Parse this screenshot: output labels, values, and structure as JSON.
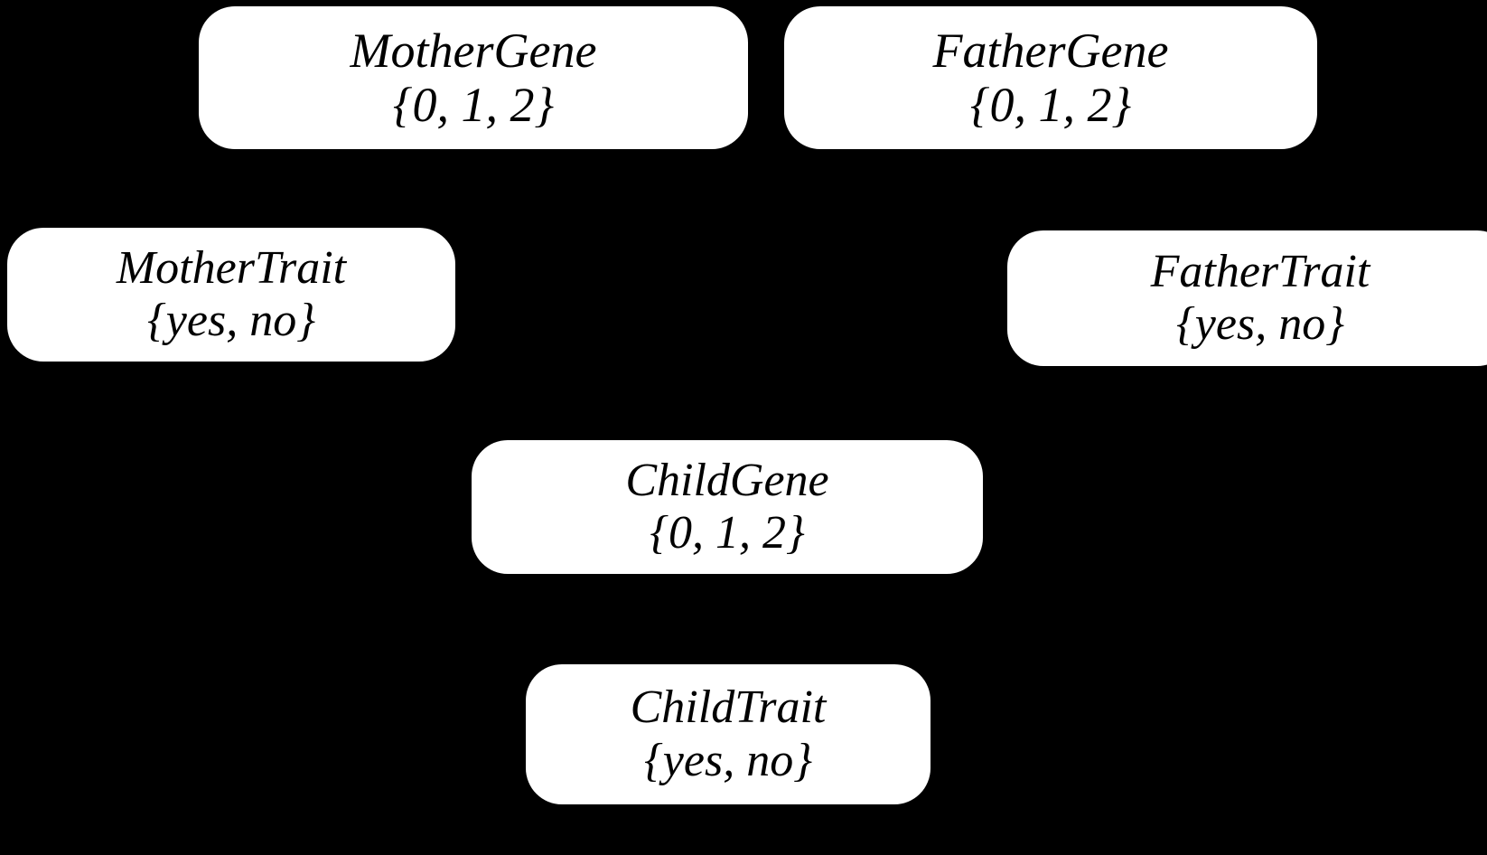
{
  "diagram": {
    "type": "bayesian-network",
    "background_color": "#000000",
    "node_fill_color": "#ffffff",
    "node_text_color": "#000000",
    "nodes": [
      {
        "id": "mother-gene",
        "label": "MotherGene",
        "domain": "{0, 1, 2}"
      },
      {
        "id": "father-gene",
        "label": "FatherGene",
        "domain": "{0, 1, 2}"
      },
      {
        "id": "mother-trait",
        "label": "MotherTrait",
        "domain": "{yes, no}"
      },
      {
        "id": "father-trait",
        "label": "FatherTrait",
        "domain": "{yes, no}"
      },
      {
        "id": "child-gene",
        "label": "ChildGene",
        "domain": "{0, 1, 2}"
      },
      {
        "id": "child-trait",
        "label": "ChildTrait",
        "domain": "{yes, no}"
      }
    ]
  }
}
